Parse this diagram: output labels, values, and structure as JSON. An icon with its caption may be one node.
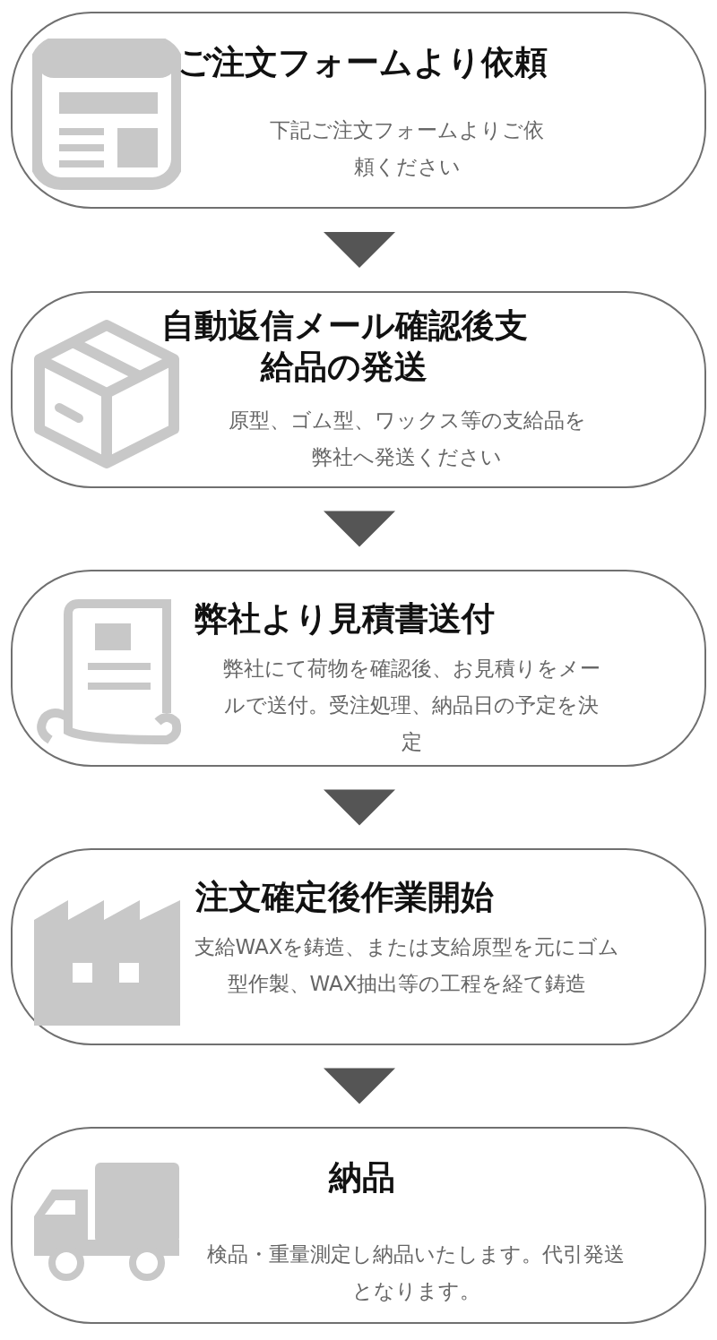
{
  "diagram": {
    "nodes": [
      {
        "text": [
          "ご注文フォームより依頼",
          "下記ご注文フォームよりご依頼ください"
        ]
      },
      {
        "text": [
          "自動返信メール確認後支給品の発送",
          "原型、ゴム型、ワックス等の支給品を弊社へ発送ください"
        ]
      },
      {
        "text": [
          "弊社より見積書送付",
          "弊社にて荷物を確認後、お見積りをメールで送付。受注処理、納品日の予定を決定"
        ]
      },
      {
        "text": [
          "注文確定後作業開始",
          "支給WAXを鋳造、または支給原型を元にゴム型作製、WAX抽出等の工程を経て鋳造"
        ]
      },
      {
        "text": [
          "納品",
          "検品・重量測定し納品いたします。代引発送となります。"
        ]
      }
    ],
    "edges": [
      {
        "from": 0,
        "to": 1,
        "arrow": "to"
      },
      {
        "from": 1,
        "to": 2,
        "arrow": "to"
      },
      {
        "from": 2,
        "to": 3,
        "arrow": "to"
      },
      {
        "from": 3,
        "to": 4,
        "arrow": "to"
      }
    ]
  }
}
